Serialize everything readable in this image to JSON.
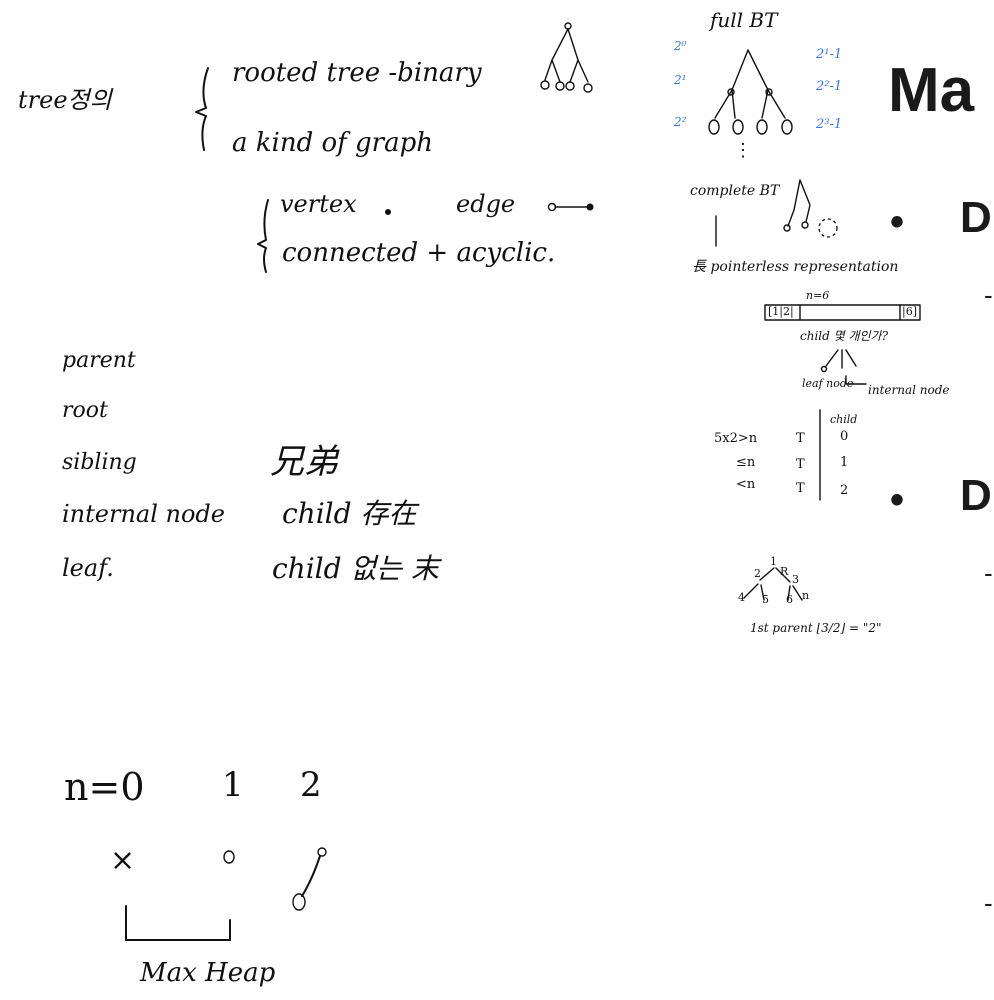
{
  "notes": {
    "tree_label": "tree정의",
    "brace_line1": "rooted tree -binary",
    "brace_line2": "a kind of graph",
    "sub_line1_vertex": "vertex",
    "sub_line1_edge": "edge",
    "sub_line2": "connected + acyclic.",
    "terms": [
      {
        "term": "parent",
        "meaning": ""
      },
      {
        "term": "root",
        "meaning": ""
      },
      {
        "term": "sibling",
        "meaning": "兄弟"
      },
      {
        "term": "internal node",
        "meaning": "child 存在"
      },
      {
        "term": "leaf.",
        "meaning": "child 없는 末"
      }
    ],
    "heap_n0": "n=0",
    "heap_n1": "1",
    "heap_n2": "2",
    "heap_x": "×",
    "heap_o": "o",
    "heap_label": "Max Heap",
    "full_bt_title": "full BT",
    "level_exps": [
      "2⁰",
      "2¹",
      "2²"
    ],
    "level_sums": [
      "2¹-1",
      "2²-1",
      "2³-1"
    ],
    "vdots": "⋮",
    "complete_bt": "complete BT",
    "pointerless": "長 pointerless representation",
    "n_eq": "n=6",
    "array_left": "[1|2|",
    "array_right": "|6]",
    "child_q": "child 몇 개인가?",
    "leaf_node": "leaf node",
    "internal_node": "internal node",
    "child_hdr": "child",
    "cond_rows": [
      {
        "cond": "5x2>n",
        "t": "T",
        "c": "0"
      },
      {
        "cond": "≤n",
        "t": "T",
        "c": "1"
      },
      {
        "cond": "<n",
        "t": "T",
        "c": "2"
      }
    ],
    "tree_numbers": [
      "1",
      "2",
      "R",
      "3",
      "4",
      "5",
      "6",
      "n"
    ],
    "first_parent": "1st parent ⌊3/2⌋ = \"2\""
  },
  "slide": {
    "title_fragment": "Ma",
    "bullet1": "D",
    "bullet2": "D",
    "dash": "-"
  }
}
